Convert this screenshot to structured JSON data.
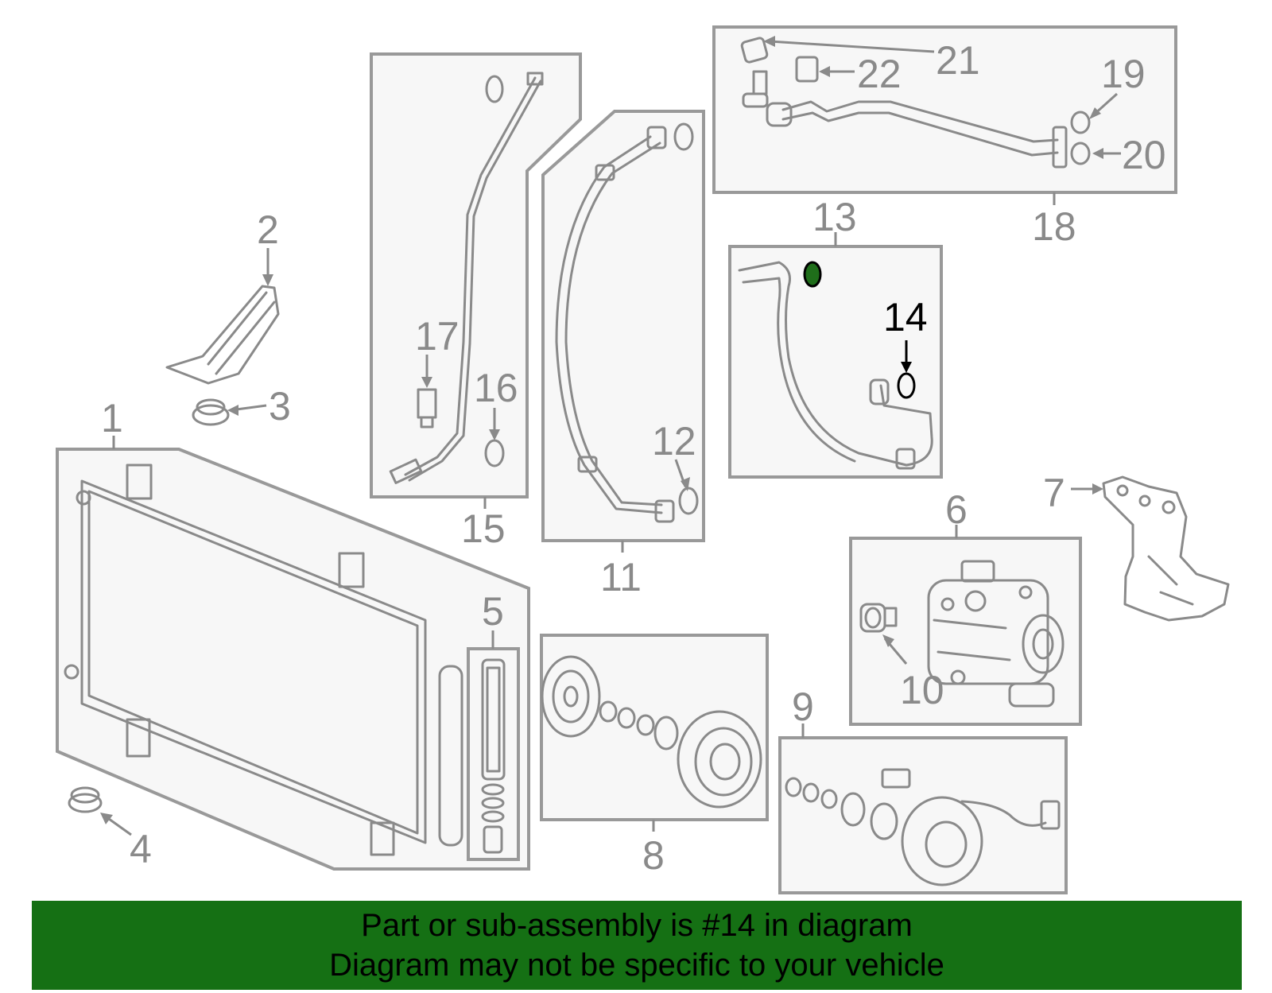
{
  "callouts": {
    "n1": "1",
    "n2": "2",
    "n3": "3",
    "n4": "4",
    "n5": "5",
    "n6": "6",
    "n7": "7",
    "n8": "8",
    "n9": "9",
    "n10": "10",
    "n11": "11",
    "n12": "12",
    "n13": "13",
    "n14": "14",
    "n15": "15",
    "n16": "16",
    "n17": "17",
    "n18": "18",
    "n19": "19",
    "n20": "20",
    "n21": "21",
    "n22": "22"
  },
  "highlighted_part": "14",
  "colors": {
    "banner": "#157014",
    "highlight": "#1f6e1a",
    "line": "#8a8a8a"
  },
  "banner": {
    "line1": "Part or sub-assembly is #14 in diagram",
    "line2": "Diagram may not be specific to your vehicle"
  }
}
